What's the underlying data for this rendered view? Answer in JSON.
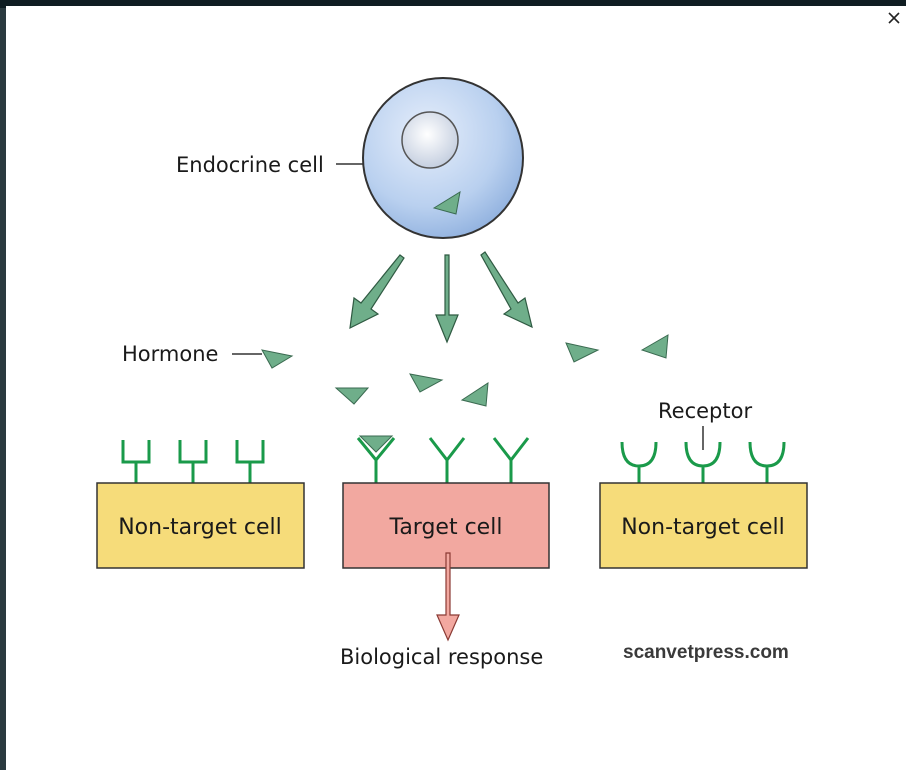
{
  "dialog": {
    "close_icon": "close-icon"
  },
  "diagram": {
    "endocrine_label": "Endocrine cell",
    "hormone_label": "Hormone",
    "receptor_label": "Receptor",
    "cells": {
      "left": "Non-target cell",
      "center": "Target cell",
      "right": "Non-target cell"
    },
    "response_label": "Biological response",
    "watermark": "scanvetpress.com"
  },
  "colors": {
    "hormone": "#6fae8a",
    "receptor": "#1a9a4a",
    "non_target_fill": "#f6dc7a",
    "target_fill": "#f2a8a0",
    "endocrine_fill": "#b9d2f0"
  }
}
